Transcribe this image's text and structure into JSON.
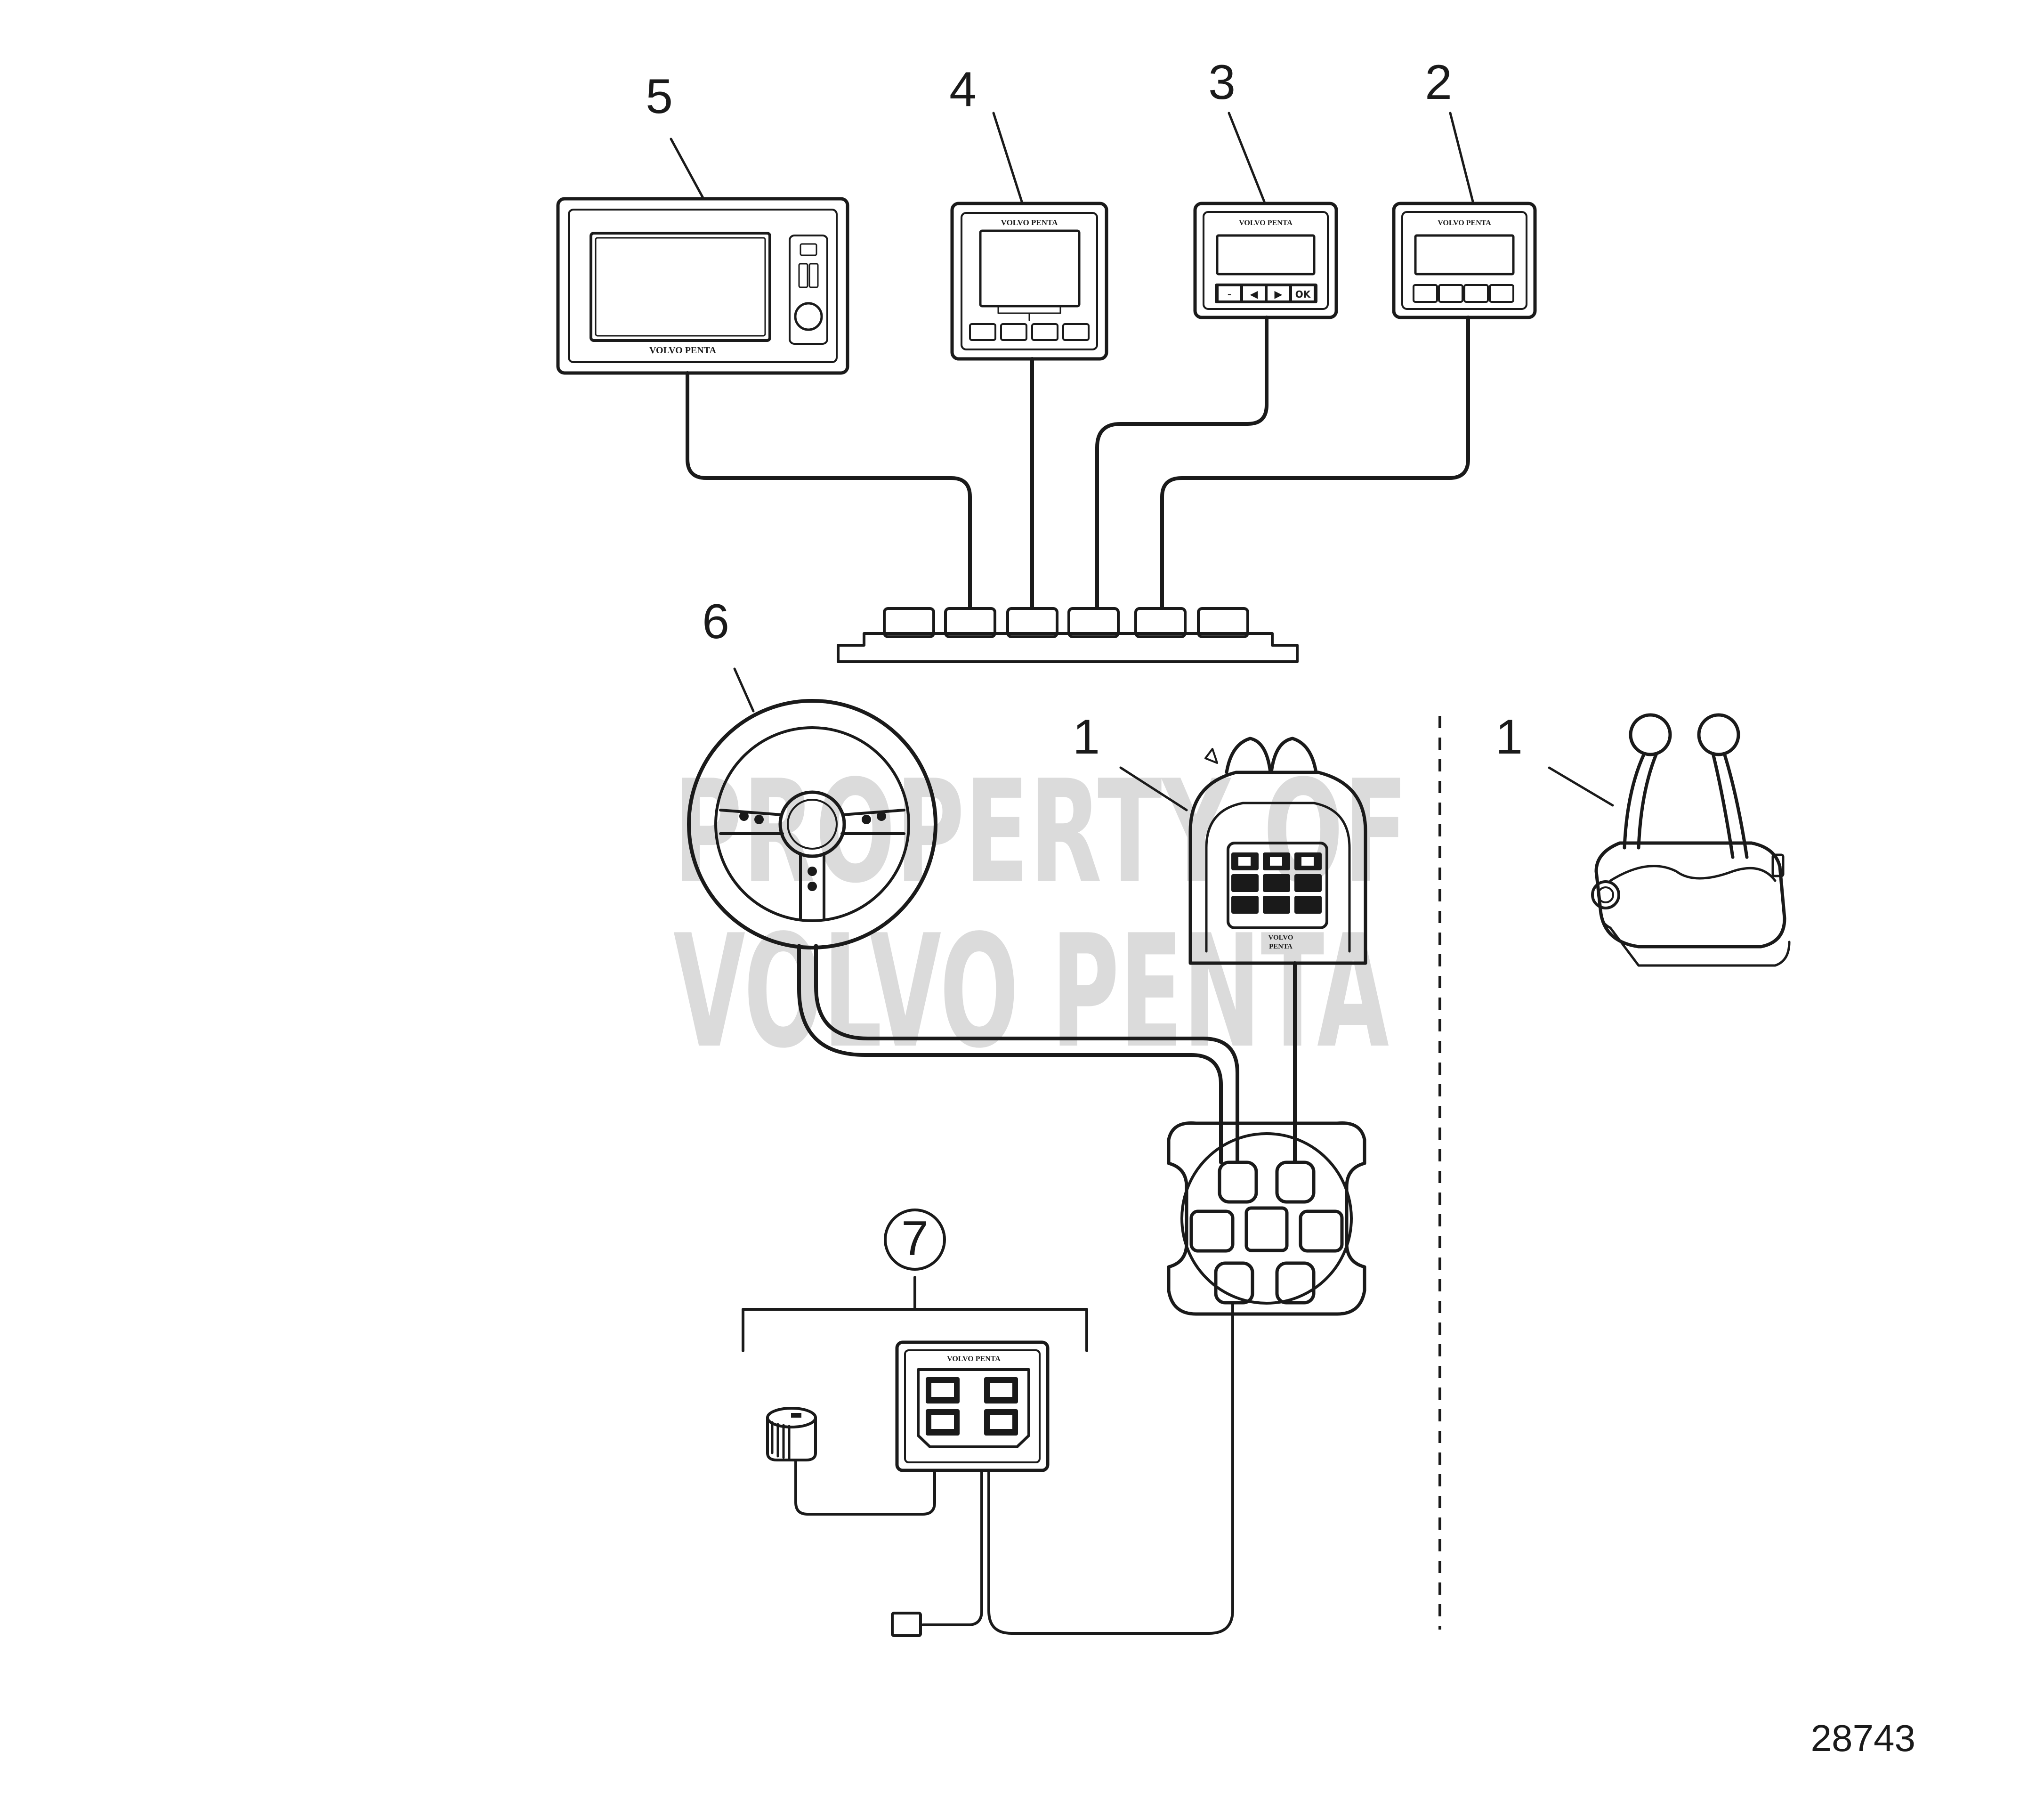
{
  "figure": {
    "id": "28743"
  },
  "callouts": {
    "c1a": "1",
    "c1b": "1",
    "c2": "2",
    "c3": "3",
    "c4": "4",
    "c5": "5",
    "c6": "6",
    "c7": "7"
  },
  "brand": {
    "label": "VOLVO PENTA",
    "label_short": "VOLVO",
    "label_short2": "PENTA"
  },
  "watermark": {
    "line1": "PROPERTY OF",
    "line2": "VOLVO PENTA"
  },
  "display3": {
    "keys": [
      "-",
      "◀",
      "▶",
      "OK"
    ]
  }
}
